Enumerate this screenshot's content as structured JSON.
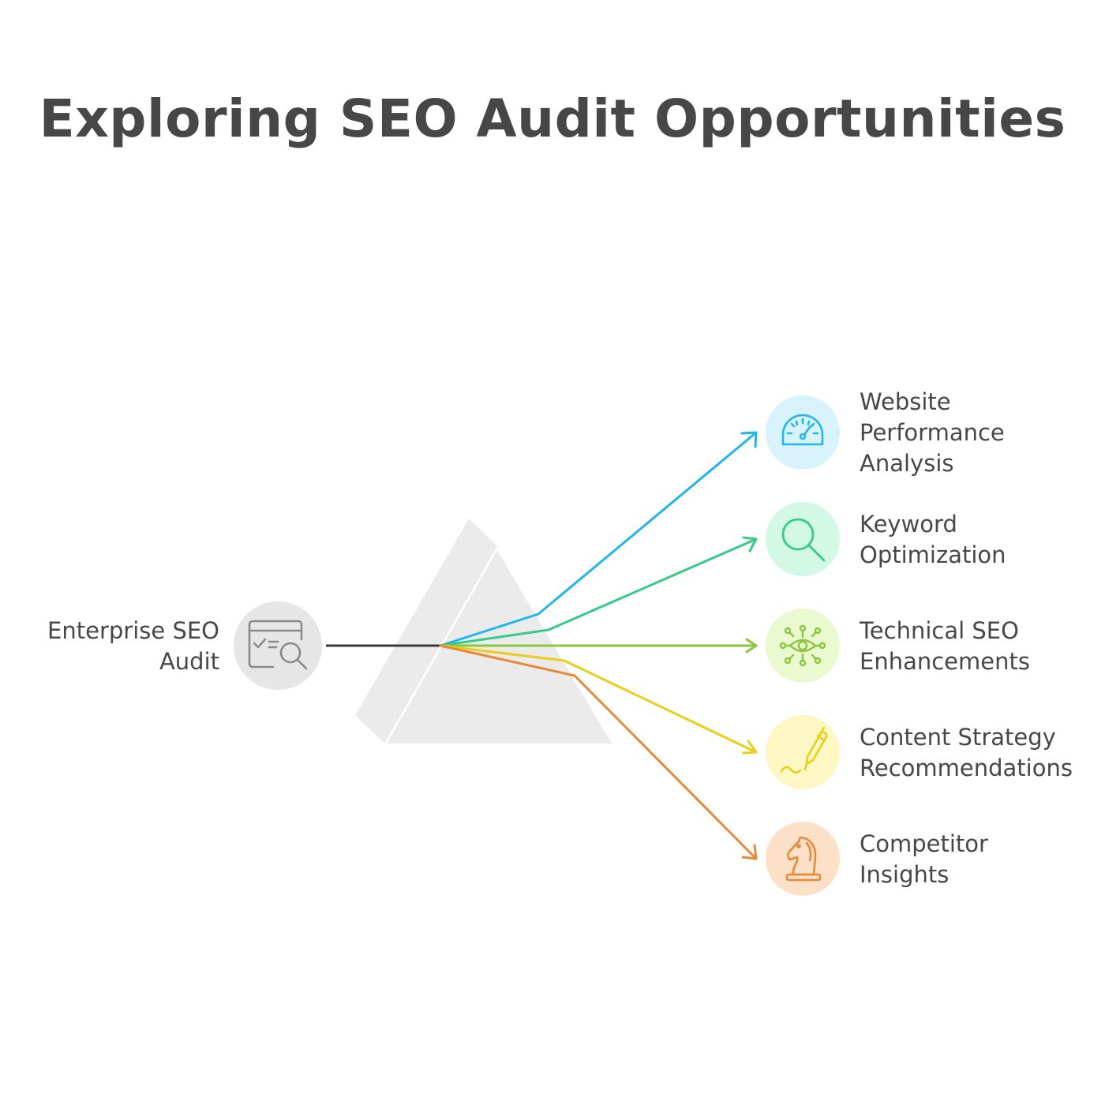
{
  "title": "Exploring SEO Audit Opportunities",
  "source": {
    "label_lines": [
      "Enterprise SEO",
      "Audit"
    ],
    "icon": "audit-browser-search-icon",
    "color": "#8a8a8a",
    "bg": "#e6e6e6"
  },
  "outputs": [
    {
      "label_lines": [
        "Website",
        "Performance",
        "Analysis"
      ],
      "icon": "speedometer-icon",
      "color": "#1fb6ea",
      "bg": "#d9f3fd"
    },
    {
      "label_lines": [
        "Keyword",
        "Optimization"
      ],
      "icon": "search-icon",
      "color": "#35c98a",
      "bg": "#d3f8e6"
    },
    {
      "label_lines": [
        "Technical SEO",
        "Enhancements"
      ],
      "icon": "eye-network-icon",
      "color": "#8cc63f",
      "bg": "#eaf9cf"
    },
    {
      "label_lines": [
        "Content Strategy",
        "Recommendations"
      ],
      "icon": "pen-icon",
      "color": "#e8cf1c",
      "bg": "#fdf7c3"
    },
    {
      "label_lines": [
        "Competitor",
        "Insights"
      ],
      "icon": "chess-knight-icon",
      "color": "#e8893a",
      "bg": "#fde0c8"
    }
  ]
}
